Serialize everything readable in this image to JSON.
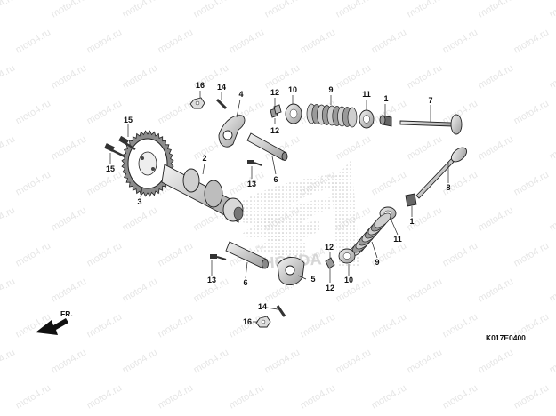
{
  "watermark": "moto4.ru",
  "drawing_code": "K017E0400",
  "direction_label": "FR.",
  "callouts": [
    "1",
    "2",
    "3",
    "4",
    "5",
    "6",
    "7",
    "8",
    "9",
    "10",
    "11",
    "12",
    "13",
    "14",
    "15",
    "16"
  ],
  "colors": {
    "line": "#222222",
    "logo": "#d0d0d0",
    "watermark": "#e6e6e6"
  }
}
